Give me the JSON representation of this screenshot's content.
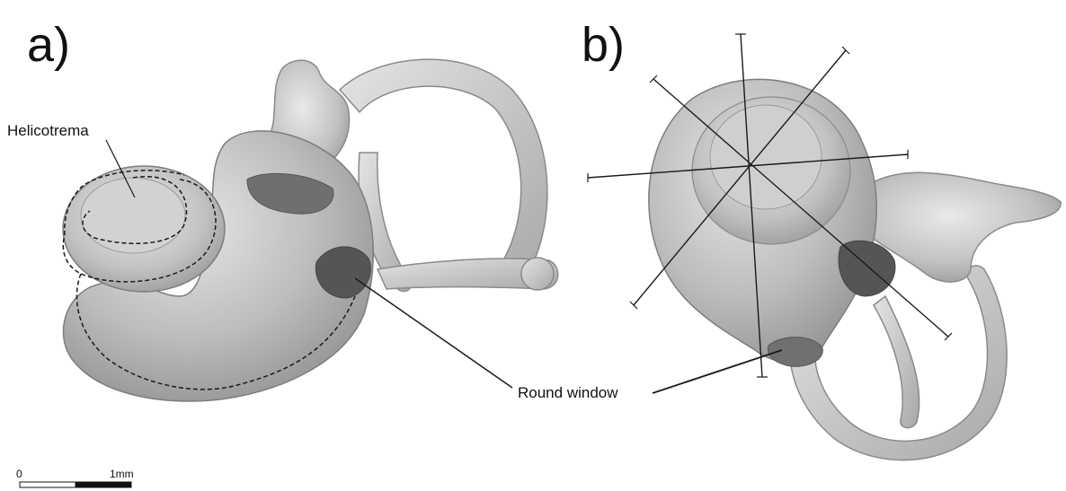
{
  "panels": [
    {
      "label": "a)"
    },
    {
      "label": "b)"
    }
  ],
  "annotations": {
    "helicotrema": "Helicotrema",
    "round_window": "Round window"
  },
  "scale_bar": {
    "start_label": "0",
    "end_label": "1mm"
  },
  "colors": {
    "bone_light": "#dcdcdc",
    "bone_mid": "#b4b4b4",
    "bone_dark": "#8a8a8a",
    "window_dark": "#555555",
    "line": "#1a1a1a"
  }
}
